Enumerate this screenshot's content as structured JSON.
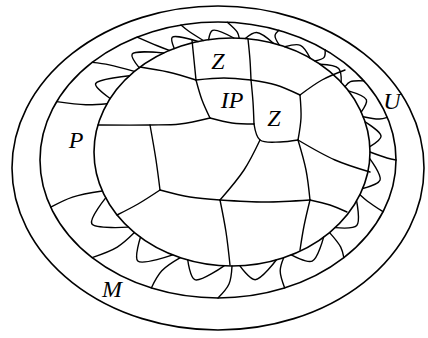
{
  "diagram": {
    "labels": [
      "Z",
      "IP",
      "Z",
      "P",
      "U",
      "M"
    ]
  }
}
